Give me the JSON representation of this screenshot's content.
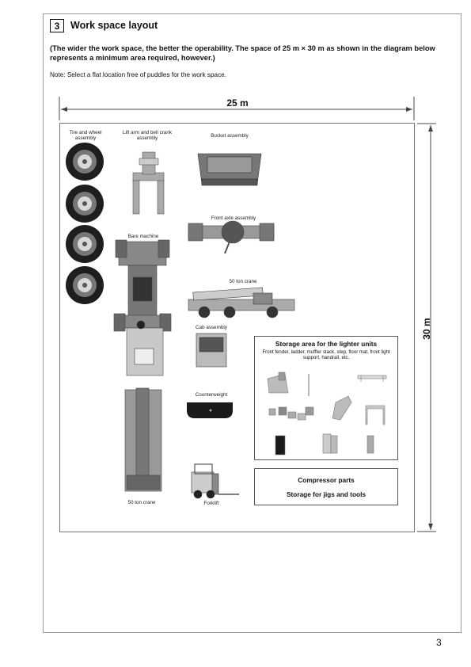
{
  "section": {
    "number": "3",
    "title": "Work space layout"
  },
  "intro": "(The wider the work space, the better the operability.  The space of 25 m × 30 m as shown in the diagram below represents a minimum area required, however.)",
  "note": "Note: Select a flat location free of puddles for the work space.",
  "dimensions": {
    "width_label": "25 m",
    "height_label": "30 m"
  },
  "labels": {
    "tire": "Tire and wheel assembly",
    "lift_arm": "Lift arm and bell crank assembly",
    "bucket": "Bucket assembly",
    "front_axle": "Front axle assembly",
    "bare_machine": "Bare machine",
    "crane_top": "50 ton crane",
    "cab": "Cab assembly",
    "counterweight": "Counterweight",
    "crane_bottom": "50 ton crane",
    "forklift": "Forklift"
  },
  "storage": {
    "title": "Storage area for the lighter units",
    "items": "Front fender, ladder, muffler stack, step, floor mat, front light support, handrail, etc."
  },
  "compressor": {
    "line1": "Compressor parts",
    "line2": "Storage for jigs and tools"
  },
  "page_number": "3",
  "colors": {
    "machine": "#9a9a9a",
    "machine_dark": "#4a4a4a",
    "tire": "#1e1e1e"
  }
}
